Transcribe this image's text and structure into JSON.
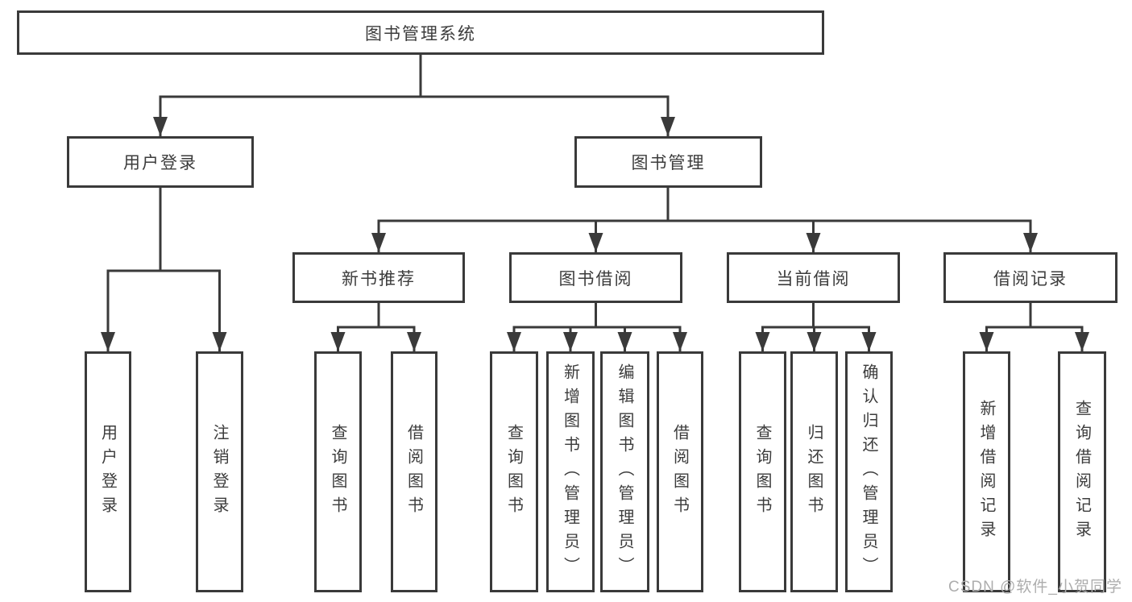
{
  "diagram": {
    "type": "hierarchy-tree",
    "root": {
      "label": "图书管理系统"
    },
    "branches": [
      {
        "label": "用户登录",
        "children": [
          {
            "label": "用户登录"
          },
          {
            "label": "注销登录"
          }
        ]
      },
      {
        "label": "图书管理",
        "children": [
          {
            "label": "新书推荐",
            "children": [
              {
                "label": "查询图书"
              },
              {
                "label": "借阅图书"
              }
            ]
          },
          {
            "label": "图书借阅",
            "children": [
              {
                "label": "查询图书"
              },
              {
                "label": "新增图书（管理员）"
              },
              {
                "label": "编辑图书（管理员）"
              },
              {
                "label": "借阅图书"
              }
            ]
          },
          {
            "label": "当前借阅",
            "children": [
              {
                "label": "查询图书"
              },
              {
                "label": "归还图书"
              },
              {
                "label": "确认归还（管理员）"
              }
            ]
          },
          {
            "label": "借阅记录",
            "children": [
              {
                "label": "新增借阅记录"
              },
              {
                "label": "查询借阅记录"
              }
            ]
          }
        ]
      }
    ]
  },
  "watermark": {
    "text": "CSDN @软件_小贺同学"
  },
  "colors": {
    "line": "#3a3a3a",
    "text": "#3c3c3c",
    "watermark": "#adadad",
    "background": "#ffffff"
  }
}
